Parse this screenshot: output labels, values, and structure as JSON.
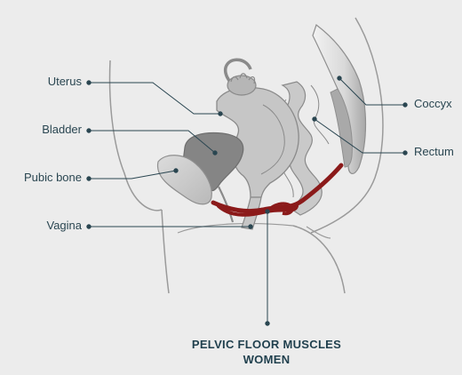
{
  "labels": {
    "uterus": "Uterus",
    "bladder": "Bladder",
    "pubic_bone": "Pubic bone",
    "vagina": "Vagina",
    "coccyx": "Coccyx",
    "rectum": "Rectum"
  },
  "caption": {
    "line1": "PELVIC FLOOR MUSCLES",
    "line2": "WOMEN"
  },
  "colors": {
    "background": "#ececec",
    "outline": "#8f8f8f",
    "organ_fill": "#c4c4c4",
    "bladder_fill": "#868686",
    "muscle": "#8b1a1a",
    "text": "#2a4651"
  }
}
